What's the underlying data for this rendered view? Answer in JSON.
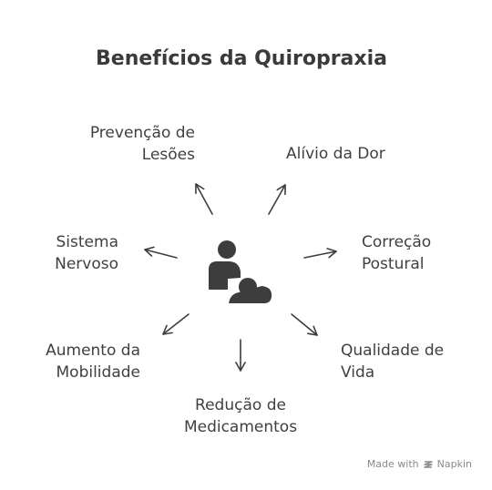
{
  "title": "Benefícios da Quiropraxia",
  "nodes": {
    "prevencao": {
      "line1": "Prevenção de",
      "line2": "Lesões"
    },
    "alivio": {
      "line1": "Alívio da Dor"
    },
    "correcao": {
      "line1": "Correção",
      "line2": "Postural"
    },
    "qualidade": {
      "line1": "Qualidade de",
      "line2": "Vida"
    },
    "reducao": {
      "line1": "Redução de",
      "line2": "Medicamentos"
    },
    "mobilidade": {
      "line1": "Aumento da",
      "line2": "Mobilidade"
    },
    "sistema": {
      "line1": "Sistema",
      "line2": "Nervoso"
    }
  },
  "watermark": {
    "prefix": "Made with",
    "brand": "Napkin"
  },
  "icons": {
    "center": "chiropractor-patient-icon",
    "brand": "napkin-logo-icon"
  }
}
